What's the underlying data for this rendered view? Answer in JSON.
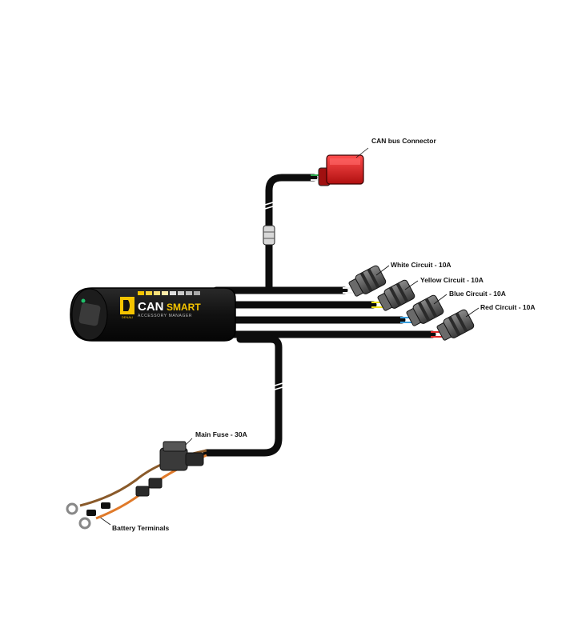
{
  "module": {
    "brand": "DENALI",
    "name_can": "CAN",
    "name_smart": "SMART",
    "subtitle": "ACCESSORY MANAGER"
  },
  "labels": {
    "can_bus": "CAN bus Connector",
    "white": "White Circuit - 10A",
    "yellow": "Yellow Circuit - 10A",
    "blue": "Blue Circuit - 10A",
    "red": "Red Circuit - 10A",
    "fuse": "Main Fuse - 30A",
    "battery": "Battery Terminals"
  },
  "colors": {
    "cable": "#0d0d0d",
    "can_connector": "#e02020",
    "white_wire": "#f2f2f2",
    "yellow_wire": "#f2e21a",
    "blue_wire": "#3aa0e0",
    "red_wire": "#e02a2a",
    "orange_wire": "#e07a2a",
    "brown_wire": "#8a5a2a",
    "accent_yellow": "#f5c400",
    "connector_gray": "#555555"
  }
}
